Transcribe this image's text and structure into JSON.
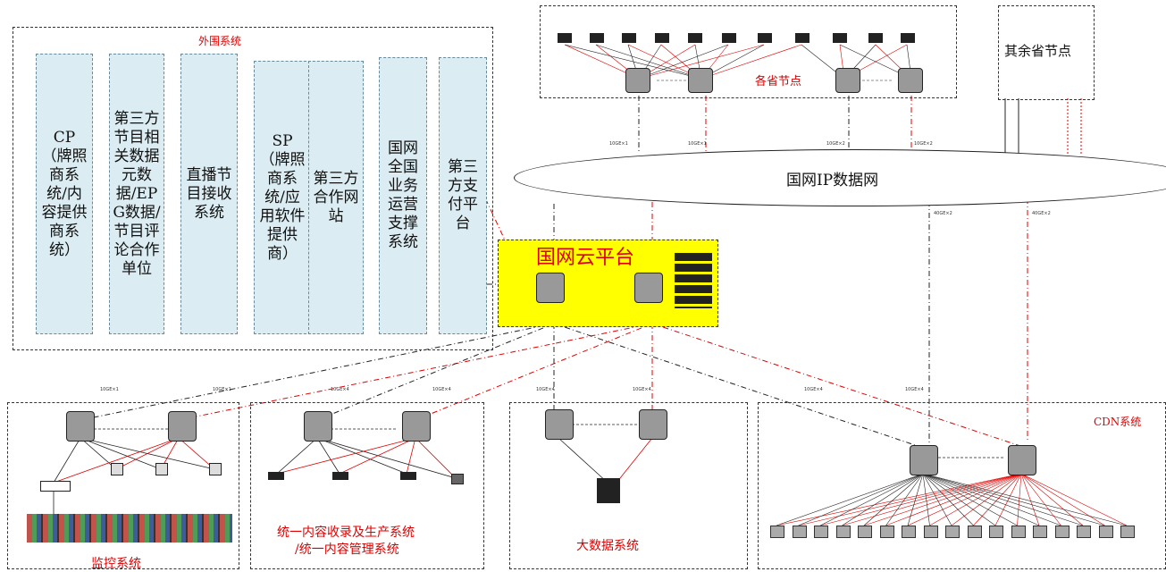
{
  "peripheral": {
    "title": "外围系统",
    "columns": [
      "CP（牌照商系统/内容提供商系统）",
      "第三方节目相关数据元数据/EPG数据/节目评论合作单位",
      "直播节目接收系统",
      "SP（牌照商系统/应用软件提供商）",
      "第三方合作网站",
      "国网全国业务运营支撑系统",
      "第三方支付平台"
    ]
  },
  "province": {
    "title": "各省节点",
    "others": "其余省节点",
    "links": [
      "10GE×1",
      "10GE×1",
      "10GE×2",
      "10GE×2"
    ]
  },
  "ip_network": {
    "label": "国网IP数据网",
    "links": [
      "40GE×2",
      "40GE×2"
    ]
  },
  "cloud_platform": {
    "title": "国网云平台"
  },
  "bottom_systems": {
    "monitor": {
      "title": "监控系统",
      "links": [
        "10GE×1",
        "10GE×1"
      ]
    },
    "content": {
      "title_line1": "统一内容收录及生产系统",
      "title_line2": "/统一内容管理系统",
      "links": [
        "10GE×4",
        "10GE×4"
      ]
    },
    "bigdata": {
      "title": "大数据系统",
      "links": [
        "10GE×4",
        "10GE×4"
      ]
    },
    "cdn": {
      "title": "CDN系统",
      "links": [
        "10GE×4",
        "10GE×4"
      ]
    }
  },
  "colors": {
    "red": "#e00000",
    "yellow": "#ffff00",
    "panel": "#dbecf2"
  }
}
